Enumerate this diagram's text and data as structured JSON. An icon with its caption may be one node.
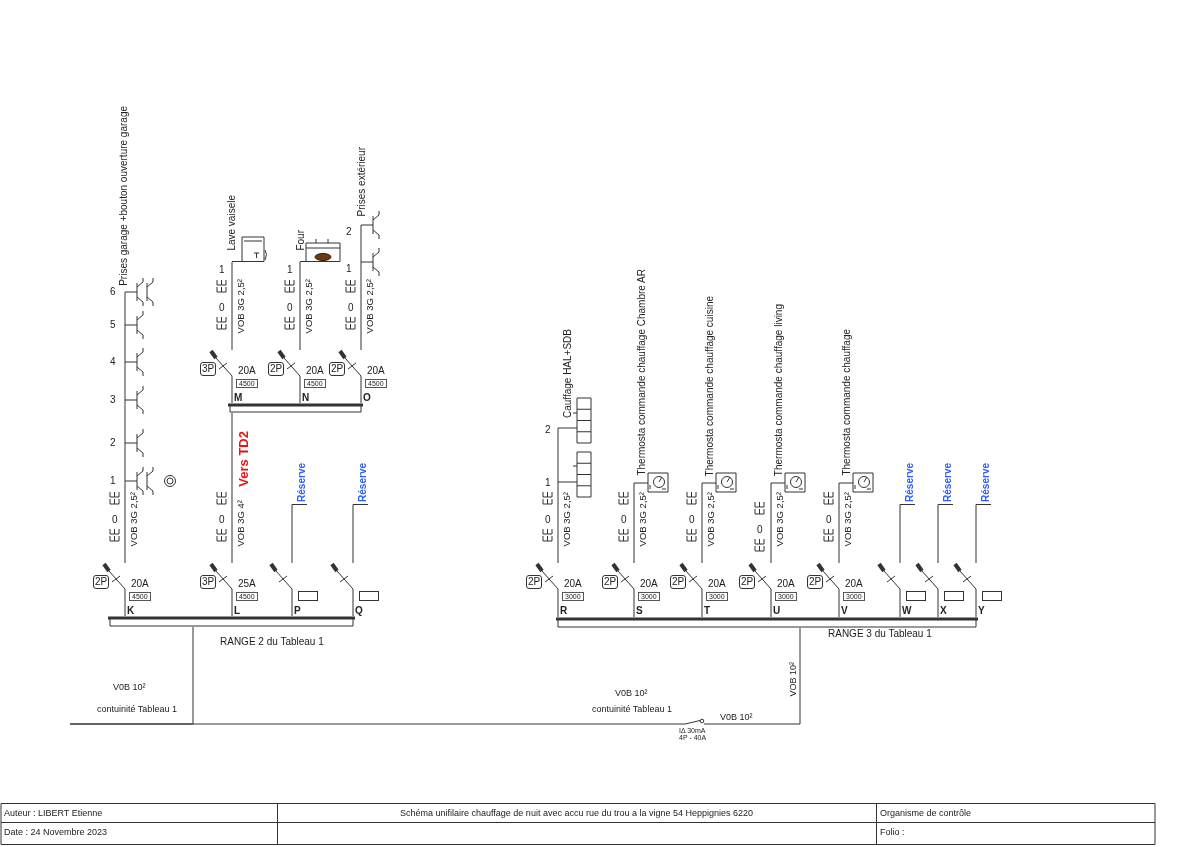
{
  "diagram": {
    "title": "Schéma unifilaire chauffage de nuit avec accu rue du trou a la vigne 54 Heppignies 6220",
    "nodes": [
      {
        "text": [],
        "shape": "bar",
        "beside": [
          "RANGE 2 du Tableau 1"
        ]
      },
      {
        "text": [
          "2P",
          "20A",
          "4500"
        ],
        "beside": [
          "K"
        ]
      },
      {
        "text": [
          "Prises garage +bouton ouverture garage"
        ],
        "beside": [
          "6",
          "5",
          "4",
          "3",
          "2",
          "1"
        ]
      },
      {
        "text": [
          "3P",
          "25A",
          "4500"
        ],
        "beside": [
          "L"
        ]
      },
      {
        "text": [],
        "shape": "bar"
      },
      {
        "text": [
          "3P",
          "20A",
          "4500"
        ],
        "beside": [
          "M"
        ]
      },
      {
        "text": [
          "Lave vaisele"
        ]
      },
      {
        "text": [
          "2P",
          "20A",
          "4500"
        ],
        "beside": [
          "N"
        ]
      },
      {
        "text": [
          "Four"
        ]
      },
      {
        "text": [
          "2P",
          "20A",
          "4500"
        ],
        "beside": [
          "O"
        ]
      },
      {
        "text": [
          "Prises extérieur"
        ],
        "beside": [
          "2",
          "1"
        ]
      },
      {
        "text": [],
        "shape": "switch",
        "beside": [
          "P"
        ]
      },
      {
        "text": [
          "Réserve"
        ]
      },
      {
        "text": [],
        "shape": "switch",
        "beside": [
          "Q"
        ]
      },
      {
        "text": [
          "Réserve"
        ]
      },
      {
        "text": [],
        "shape": "bar",
        "beside": [
          "RANGE 3 du Tableau 1"
        ]
      },
      {
        "text": [
          "2P",
          "20A",
          "3000"
        ],
        "beside": [
          "R"
        ]
      },
      {
        "text": [
          "Cauffage HAL+SDB"
        ],
        "beside": [
          "2",
          "1"
        ]
      },
      {
        "text": [
          "2P",
          "20A",
          "3000"
        ],
        "beside": [
          "S"
        ]
      },
      {
        "text": [
          "Thermosta commande chauffage Chambre AR"
        ]
      },
      {
        "text": [
          "2P",
          "20A",
          "3000"
        ],
        "beside": [
          "T"
        ]
      },
      {
        "text": [
          "Thermosta commande chauffage cuisine"
        ]
      },
      {
        "text": [
          "2P",
          "20A",
          "3000"
        ],
        "beside": [
          "U"
        ]
      },
      {
        "text": [
          "Thermosta commande chauffage living"
        ]
      },
      {
        "text": [
          "2P",
          "20A",
          "3000"
        ],
        "beside": [
          "V"
        ]
      },
      {
        "text": [
          "Thermosta commande chauffage"
        ]
      },
      {
        "text": [],
        "shape": "switch",
        "beside": [
          "W"
        ]
      },
      {
        "text": [
          "Réserve"
        ]
      },
      {
        "text": [],
        "shape": "switch",
        "beside": [
          "X"
        ]
      },
      {
        "text": [
          "Réserve"
        ]
      },
      {
        "text": [],
        "shape": "switch",
        "beside": [
          "Y"
        ]
      },
      {
        "text": [
          "Réserve"
        ]
      },
      {
        "text": [
          "IΔ 30mA",
          "4P - 40A"
        ]
      }
    ],
    "edges": [
      {
        "from": null,
        "to": 0,
        "arrow": "none",
        "label": "V0B 10²"
      },
      {
        "from": null,
        "to": 32,
        "arrow": "none",
        "label": "V0B 10²"
      },
      {
        "from": 32,
        "to": 15,
        "arrow": "none",
        "label": "V0B 10²"
      },
      {
        "from": 0,
        "to": 1,
        "arrow": "none"
      },
      {
        "from": 1,
        "to": 2,
        "arrow": "none",
        "label": "VOB 3G 2,5²"
      },
      {
        "from": 0,
        "to": 3,
        "arrow": "none"
      },
      {
        "from": 3,
        "to": 4,
        "arrow": "none",
        "label": "VOB 3G 4²"
      },
      {
        "from": 4,
        "to": 5,
        "arrow": "none"
      },
      {
        "from": 5,
        "to": 6,
        "arrow": "none",
        "label": "VOB 3G 2,5²"
      },
      {
        "from": 4,
        "to": 7,
        "arrow": "none"
      },
      {
        "from": 7,
        "to": 8,
        "arrow": "none",
        "label": "VOB 3G 2,5²"
      },
      {
        "from": 4,
        "to": 9,
        "arrow": "none"
      },
      {
        "from": 9,
        "to": 10,
        "arrow": "none",
        "label": "VOB 3G 2,5²"
      },
      {
        "from": 0,
        "to": 11,
        "arrow": "none"
      },
      {
        "from": 11,
        "to": 12,
        "arrow": "none"
      },
      {
        "from": 0,
        "to": 13,
        "arrow": "none"
      },
      {
        "from": 13,
        "to": 14,
        "arrow": "none"
      },
      {
        "from": 15,
        "to": 16,
        "arrow": "none"
      },
      {
        "from": 16,
        "to": 17,
        "arrow": "none",
        "label": "VOB 3G 2,5²"
      },
      {
        "from": 15,
        "to": 18,
        "arrow": "none"
      },
      {
        "from": 18,
        "to": 19,
        "arrow": "none",
        "label": "VOB 3G 2,5²"
      },
      {
        "from": 15,
        "to": 20,
        "arrow": "none"
      },
      {
        "from": 20,
        "to": 21,
        "arrow": "none",
        "label": "VOB 3G 2,5²"
      },
      {
        "from": 15,
        "to": 22,
        "arrow": "none"
      },
      {
        "from": 22,
        "to": 23,
        "arrow": "none",
        "label": "VOB 3G 2,5²"
      },
      {
        "from": 15,
        "to": 24,
        "arrow": "none"
      },
      {
        "from": 24,
        "to": 25,
        "arrow": "none",
        "label": "VOB 3G 2,5²"
      },
      {
        "from": 15,
        "to": 26,
        "arrow": "none"
      },
      {
        "from": 26,
        "to": 27,
        "arrow": "none"
      },
      {
        "from": 15,
        "to": 28,
        "arrow": "none"
      },
      {
        "from": 28,
        "to": 29,
        "arrow": "none"
      },
      {
        "from": 15,
        "to": 30,
        "arrow": "none"
      },
      {
        "from": 30,
        "to": 31,
        "arrow": "none"
      }
    ],
    "labels": [
      "1",
      "0",
      "1",
      "0",
      "0",
      "Vers TD2",
      "0",
      "0",
      "0",
      "0",
      "0",
      "0",
      "0",
      "contuinité Tableau 1",
      "contuinité Tableau 1",
      "VOB 10²",
      "Auteur : LIBERT Etienne",
      "Organisme de contrôle",
      "Date : 24 Novembre 2023",
      "Folio :"
    ]
  }
}
